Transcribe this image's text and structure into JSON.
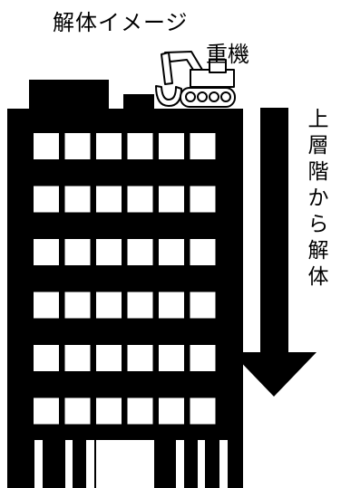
{
  "title": "解体イメージ",
  "machine_label": "重機",
  "direction_label": "上層階から解体",
  "building": {
    "window_columns": 6,
    "window_rows": 6,
    "door_column_pattern": [
      "bar",
      "bar",
      "bar",
      "wide",
      "wide",
      "bar",
      "bar",
      "bar"
    ]
  },
  "colors": {
    "building": "#000000",
    "window": "#ffffff",
    "arrow": "#000000",
    "text": "#000000"
  },
  "icons": {
    "machine": "excavator-icon",
    "direction": "down-arrow-icon"
  }
}
